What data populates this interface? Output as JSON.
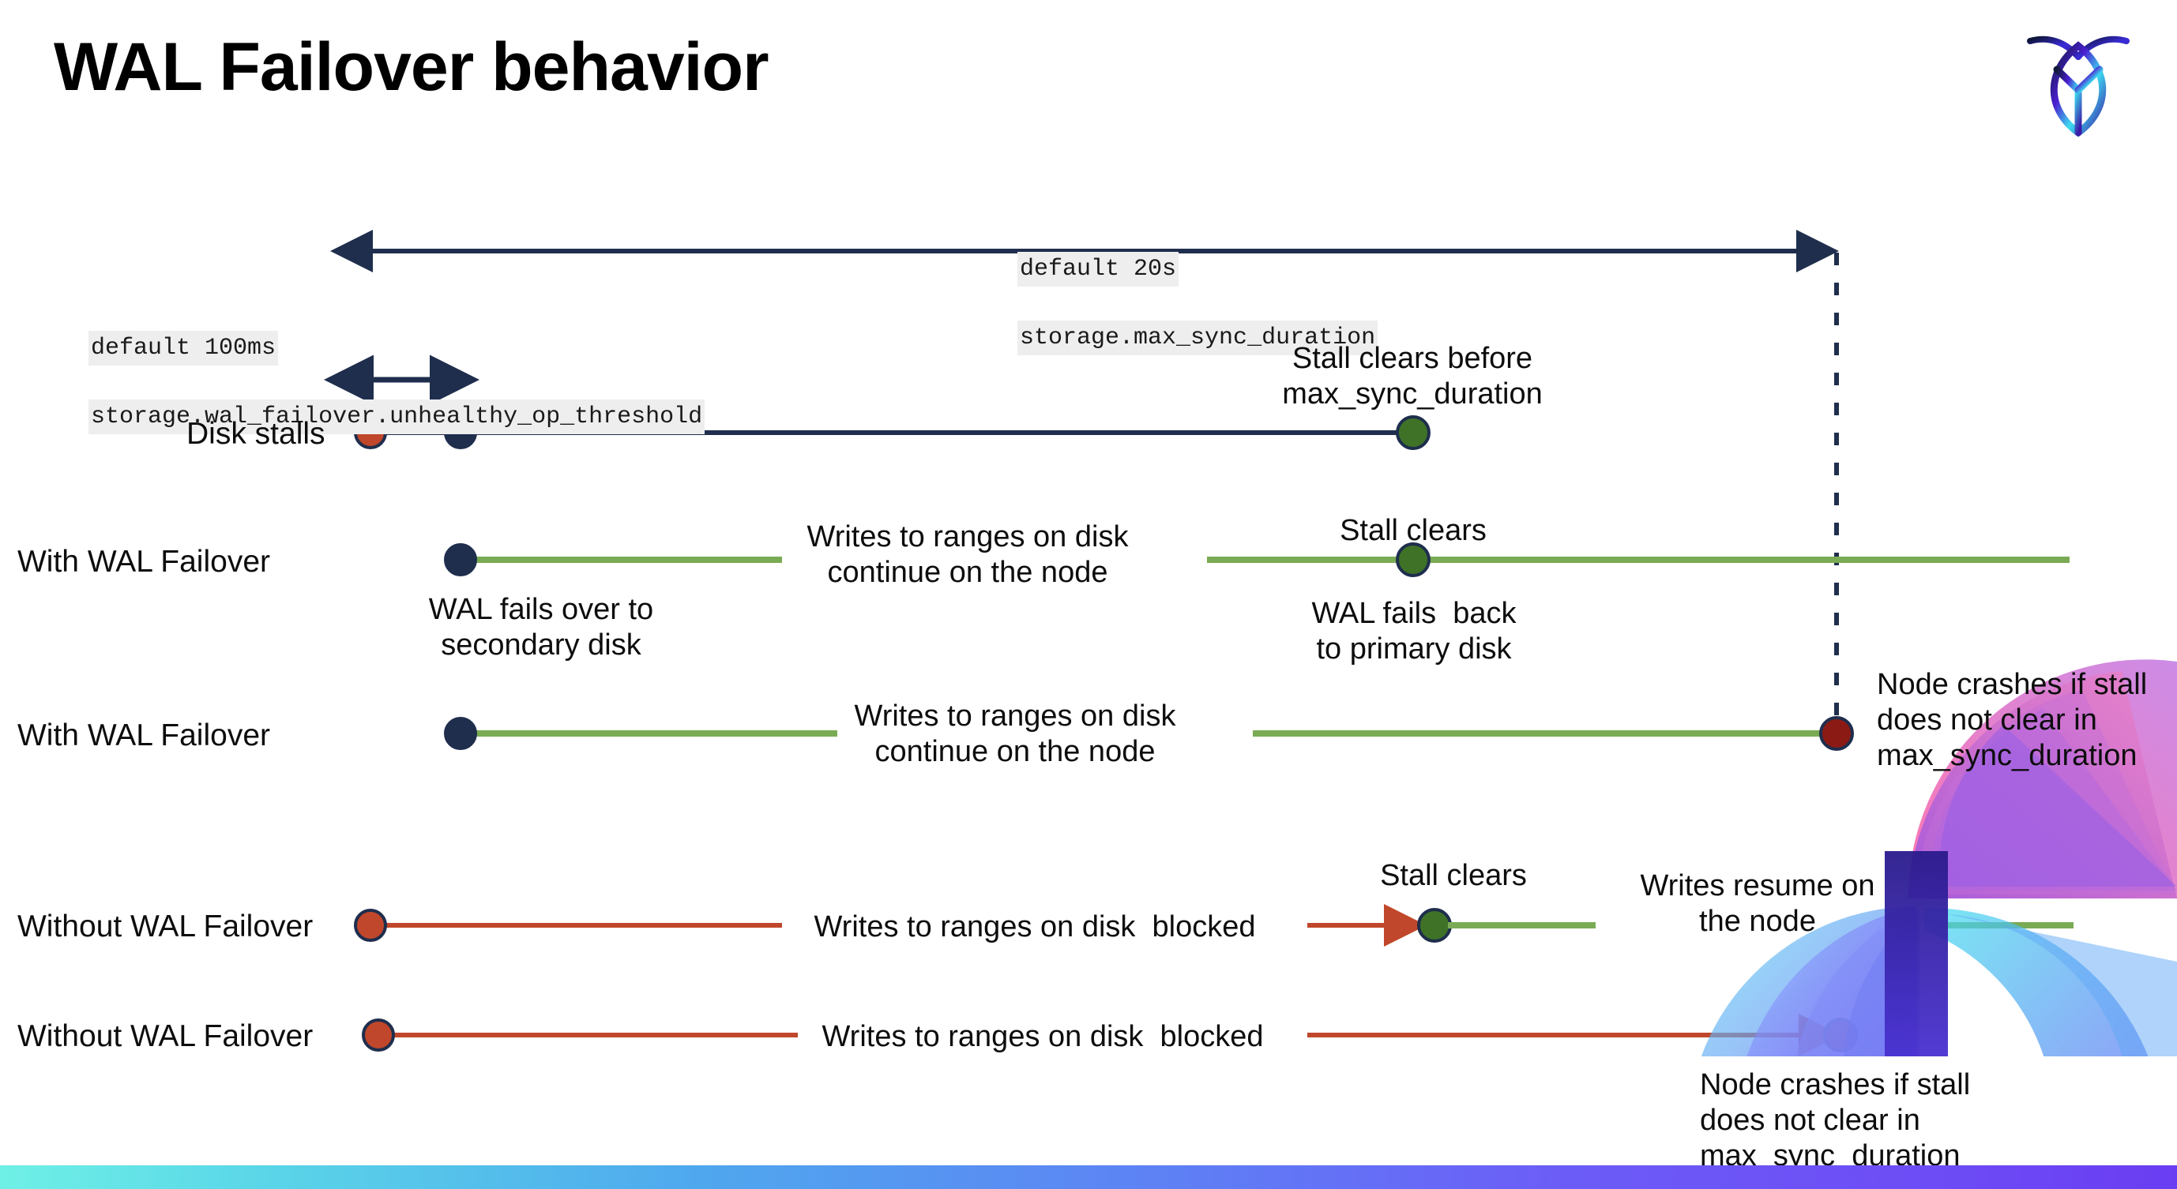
{
  "slide": {
    "title": "WAL Failover behavior",
    "logo_name": "cockroachdb-logo"
  },
  "annotations": {
    "max_sync": {
      "line1": "default 20s",
      "line2": "storage.max_sync_duration"
    },
    "unhealthy": {
      "line1": "default 100ms",
      "line2": "storage.wal_failover.unhealthy_op_threshold"
    }
  },
  "rows": [
    {
      "name": "Disk stalls"
    },
    {
      "name": "With WAL Failover"
    },
    {
      "name": "With WAL Failover"
    },
    {
      "name": "Without WAL Failover"
    },
    {
      "name": "Without WAL Failover"
    }
  ],
  "callouts": {
    "stall_clears_before": "Stall clears before\nmax_sync_duration",
    "stall_clears_1": "Stall clears",
    "stall_clears_2": "Stall clears",
    "wal_fails_over": "WAL fails over to\nsecondary disk",
    "wal_fails_back": "WAL fails  back\nto primary disk",
    "writes_continue_1": "Writes to ranges on disk\ncontinue on the node",
    "writes_continue_2": "Writes to ranges on disk\ncontinue on the node",
    "writes_blocked_1": "Writes to ranges on disk  blocked",
    "writes_blocked_2": "Writes to ranges on disk  blocked",
    "writes_resume": "Writes resume on\nthe node",
    "node_crashes_right": "Node crashes if stall\ndoes not clear in\nmax_sync_duration",
    "node_crashes_bottom": "Node crashes if stall\ndoes not clear in\nmax_sync_duration"
  },
  "colors": {
    "navy": "#1f2e4d",
    "orange": "#c0472b",
    "green_line": "#7aab54",
    "green_dot": "#3f7227",
    "dark_red": "#8c1a14",
    "code_bg": "#eeeeee",
    "bar_start": "#6ff0e6",
    "bar_end": "#6a3df2"
  }
}
